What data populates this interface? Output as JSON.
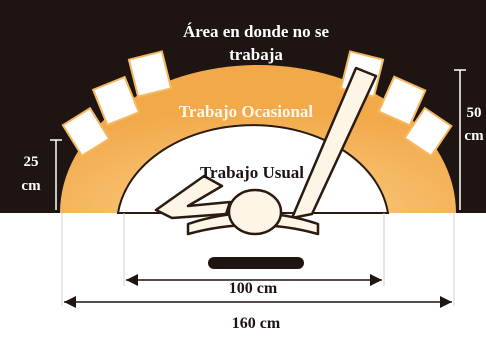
{
  "diagram": {
    "labels": {
      "outer_area_line1": "Área en donde no se",
      "outer_area_line2": "trabaja",
      "occasional_zone": "Trabajo Ocasional",
      "usual_zone": "Trabajo Usual",
      "left_height_value": "25",
      "left_height_unit": "cm",
      "right_height_value": "50",
      "right_height_unit": "cm",
      "inner_width": "100 cm",
      "outer_width": "160 cm"
    },
    "colors": {
      "background_dark": "#1e1412",
      "occasional_fill": "#f6b861",
      "usual_fill": "#ffffff",
      "figure_fill": "#fdf5e6",
      "figure_stroke": "#2b1a10",
      "label_on_dark": "#ffffff",
      "label_on_light": "#1e1412",
      "occasional_label": "#fff8ea"
    }
  }
}
